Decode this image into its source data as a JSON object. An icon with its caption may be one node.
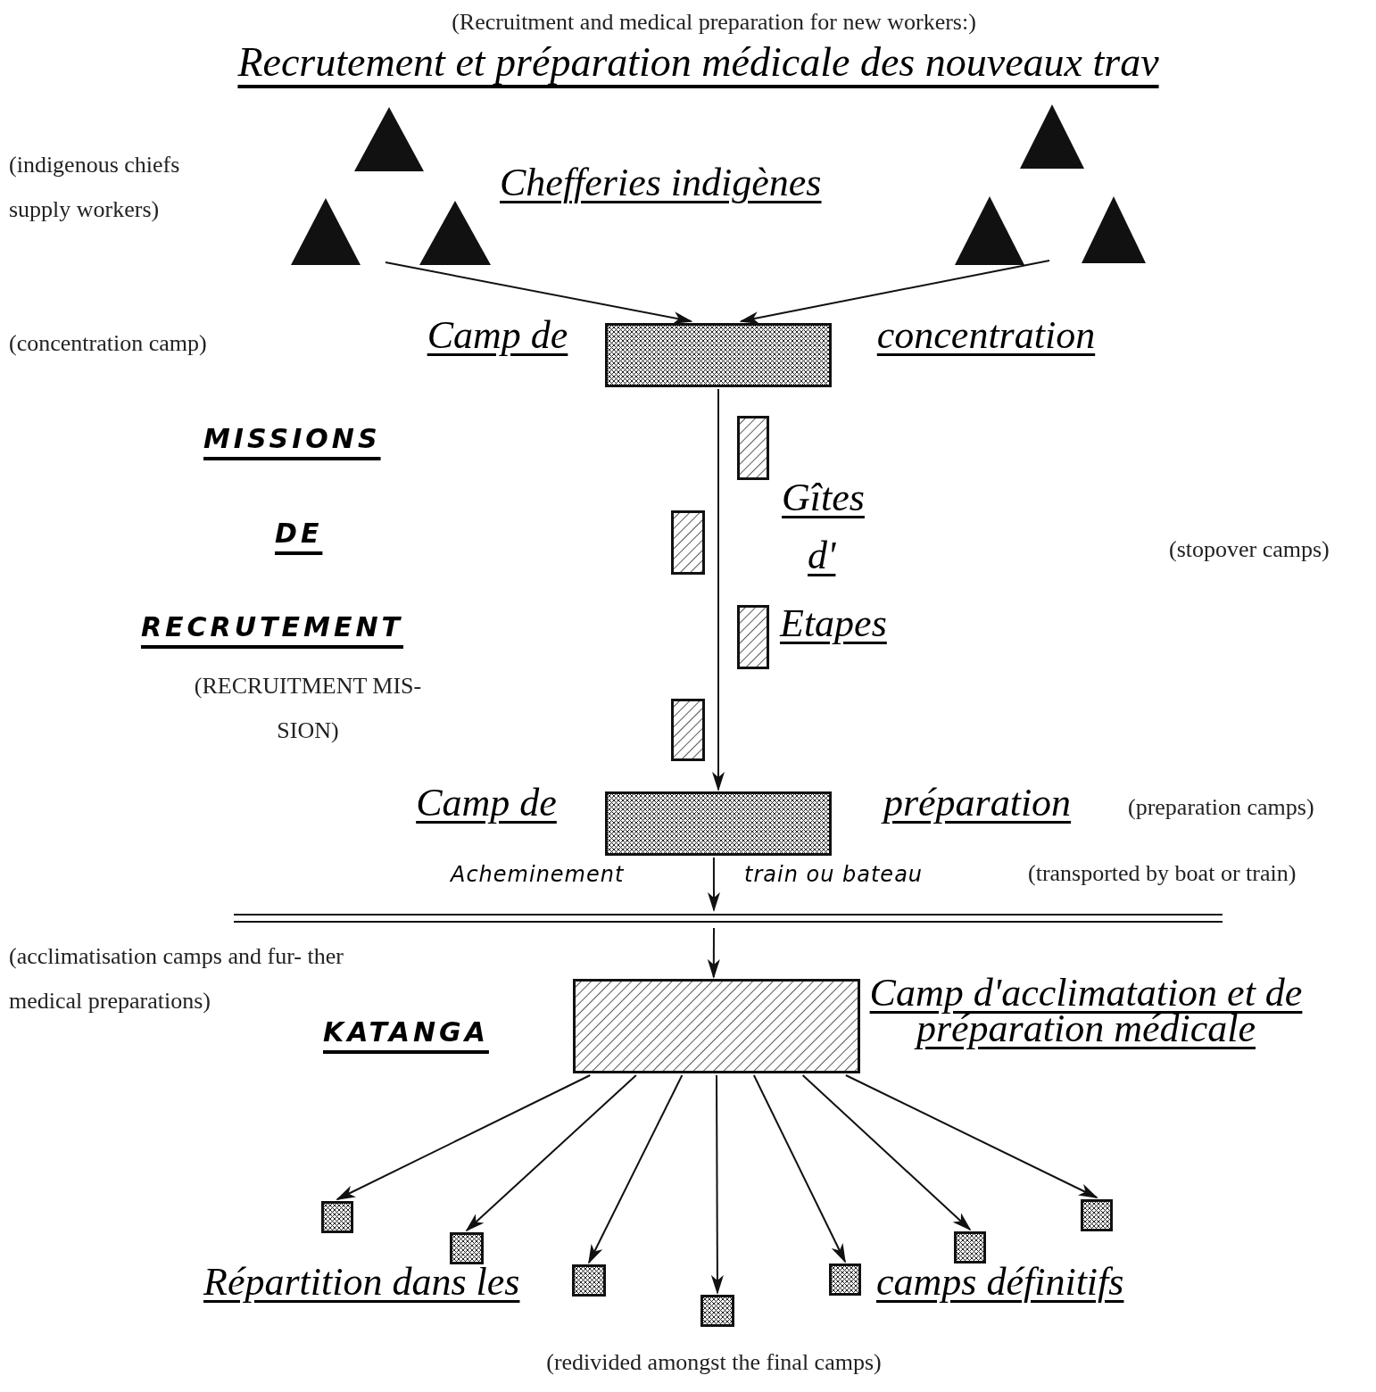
{
  "diagram": {
    "title": "Recrutement et préparation médicale des nouveaux trav",
    "nodes": [
      {
        "text": [],
        "shape": "triangle"
      },
      {
        "text": [],
        "shape": "triangle"
      },
      {
        "text": [],
        "shape": "triangle"
      },
      {
        "text": [],
        "shape": "triangle"
      },
      {
        "text": [],
        "shape": "triangle"
      },
      {
        "text": [],
        "shape": "triangle"
      },
      {
        "text": [],
        "shape": "box",
        "beside": [
          "Camp de",
          "concentration"
        ]
      },
      {
        "text": [],
        "shape": "box"
      },
      {
        "text": [],
        "shape": "box"
      },
      {
        "text": [],
        "shape": "box"
      },
      {
        "text": [],
        "shape": "box"
      },
      {
        "text": [],
        "shape": "box",
        "beside": [
          "Camp de",
          "préparation"
        ]
      },
      {
        "text": [],
        "shape": "box",
        "beside": [
          "Camp d'acclimatation et de préparation médicale"
        ]
      },
      {
        "text": [],
        "shape": "box"
      },
      {
        "text": [],
        "shape": "box"
      },
      {
        "text": [],
        "shape": "box"
      },
      {
        "text": [],
        "shape": "box"
      },
      {
        "text": [],
        "shape": "box"
      },
      {
        "text": [],
        "shape": "box"
      },
      {
        "text": [],
        "shape": "box"
      }
    ],
    "edges": [
      {
        "from": null,
        "to": 6,
        "arrow": "to"
      },
      {
        "from": null,
        "to": 6,
        "arrow": "to"
      },
      {
        "from": 6,
        "to": 11,
        "arrow": "to"
      },
      {
        "from": 11,
        "to": null,
        "arrow": "to"
      },
      {
        "from": null,
        "to": 12,
        "arrow": "to"
      },
      {
        "from": 12,
        "to": 13,
        "arrow": "to"
      },
      {
        "from": 12,
        "to": 14,
        "arrow": "to"
      },
      {
        "from": 12,
        "to": 15,
        "arrow": "to"
      },
      {
        "from": 12,
        "to": 16,
        "arrow": "to"
      },
      {
        "from": 12,
        "to": 17,
        "arrow": "to"
      },
      {
        "from": 12,
        "to": 18,
        "arrow": "to"
      },
      {
        "from": 12,
        "to": 19,
        "arrow": "to"
      }
    ],
    "labels": [
      "(Recruitment and medical preparation for new workers:)",
      "Chefferies indigènes",
      "(indigenous chiefs supply workers)",
      "(concentration camp)",
      "MISSIONS",
      "DE",
      "RECRUTEMENT",
      "(RECRUITMENT MIS- SION)",
      "Gîtes",
      "d'",
      "Etapes",
      "(stopover camps)",
      "(preparation camps)",
      "Acheminement",
      "train ou bateau",
      "(transported by boat or train)",
      "(acclimatisation camps and fur- ther medical preparations)",
      "KATANGA",
      "Répartition dans les",
      "camps définitifs",
      "(redivided amongst the final camps)"
    ]
  }
}
